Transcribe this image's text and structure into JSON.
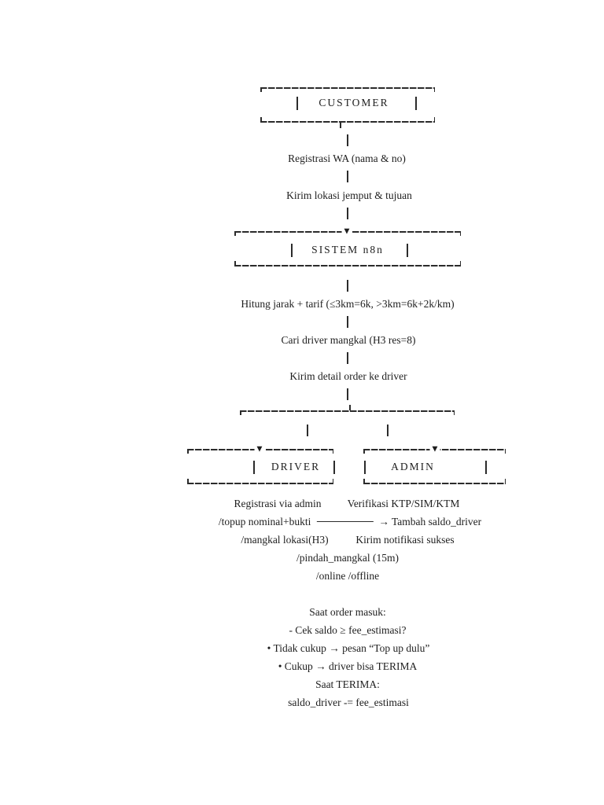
{
  "page": {
    "background": "#ffffff",
    "text_color": "#1e1e1e",
    "line_color": "#2b2b2b"
  },
  "glyphs": {
    "down_triangle": "▼",
    "right_arrow": "→"
  },
  "nodes": {
    "customer": "CUSTOMER",
    "system": "SISTEM n8n",
    "driver": "DRIVER",
    "admin": "ADMIN"
  },
  "customer_flow": [
    "Registrasi WA (nama & no)",
    "Kirim lokasi jemput & tujuan"
  ],
  "system_flow": [
    "Hitung jarak + tarif (≤3km=6k, >3km=6k+2k/km)",
    "Cari driver mangkal (H3 res=8)",
    "Kirim detail order ke driver"
  ],
  "driver_column": {
    "row1": "Registrasi via admin",
    "topup_cmd": "/topup nominal+bukti",
    "row3": "/mangkal lokasi(H3)",
    "row4": "/pindah_mangkal (15m)",
    "row5": "/online /offline"
  },
  "admin_column": {
    "row1": "Verifikasi KTP/SIM/KTM",
    "topup_result": "Tambah saldo_driver",
    "row3": "Kirim notifikasi sukses"
  },
  "rules": [
    "Saat order masuk:",
    "- Cek saldo ≥ fee_estimasi?",
    "• Tidak cukup → pesan “Top up dulu”",
    "• Cukup → driver bisa TERIMA",
    "Saat TERIMA:",
    "saldo_driver -= fee_estimasi"
  ]
}
